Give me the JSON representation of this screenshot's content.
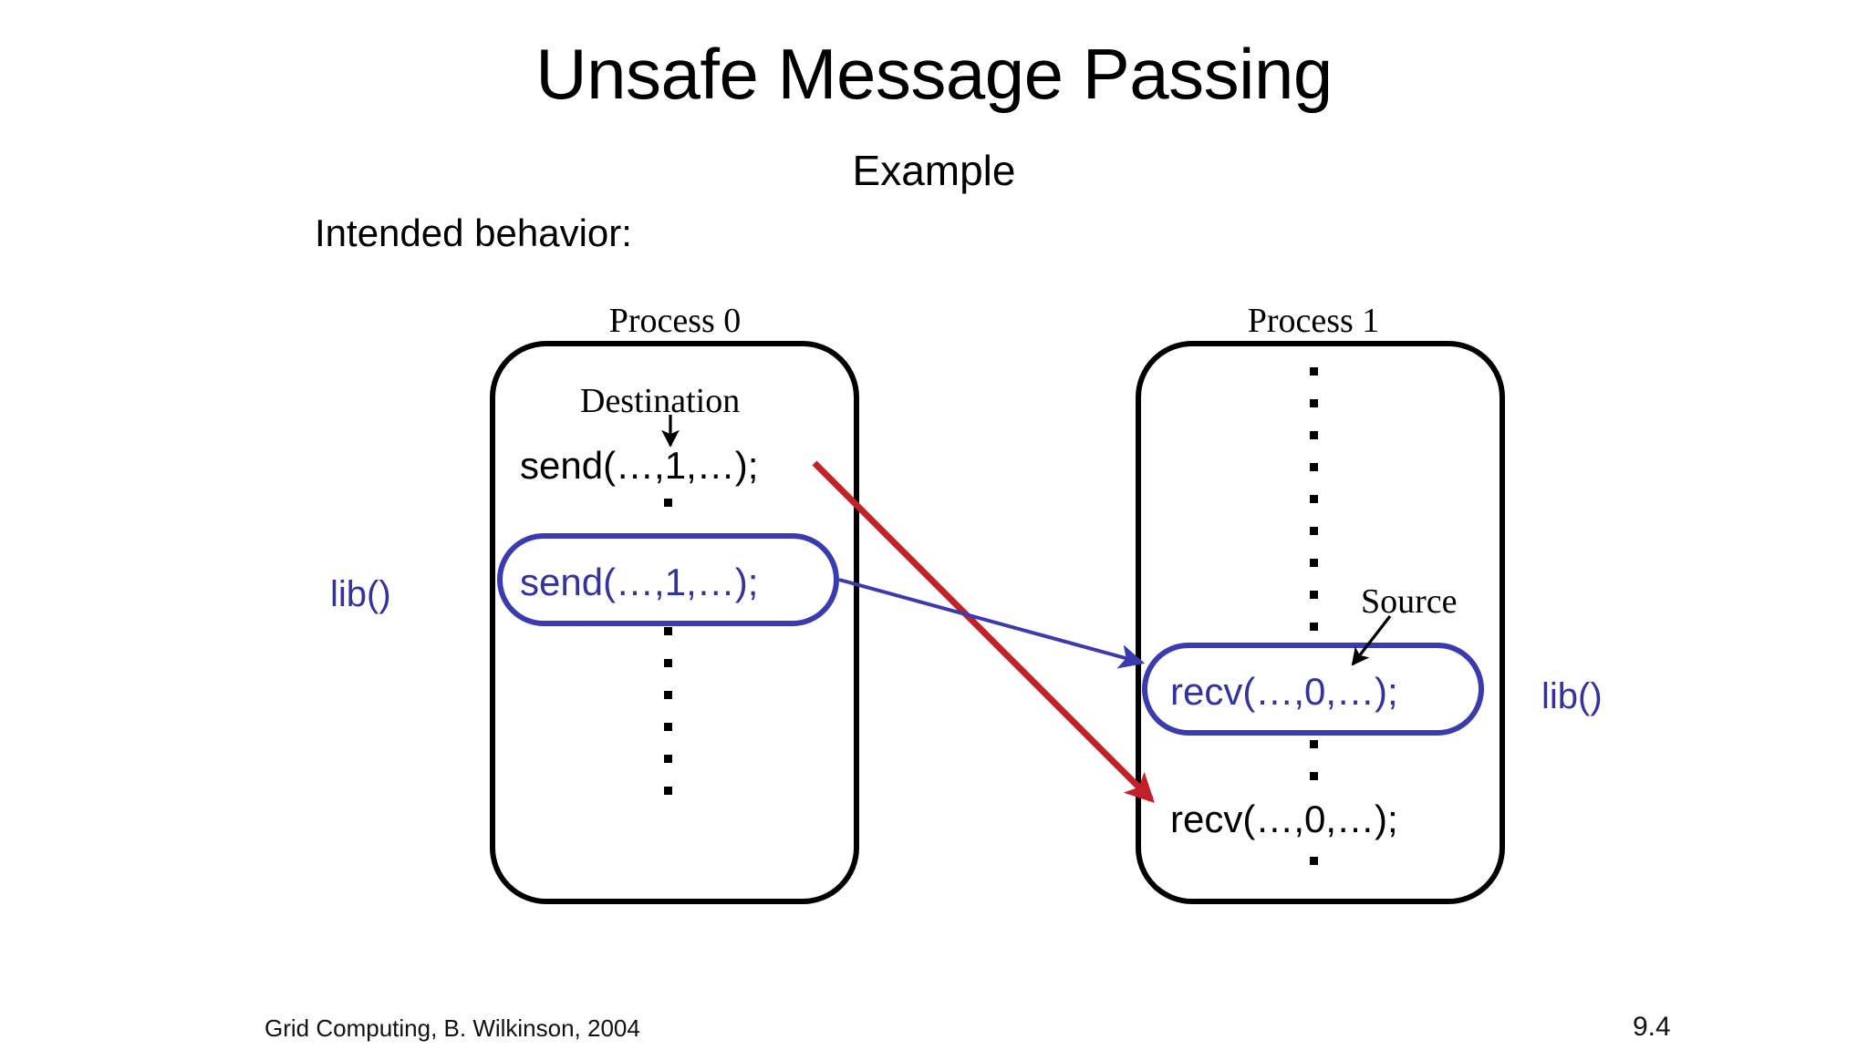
{
  "slide": {
    "title": "Unsafe Message Passing",
    "subtitle": "Example",
    "intro_label": "Intended behavior:",
    "background_color": "#ffffff"
  },
  "colors": {
    "text": "#000000",
    "blue_accent": "#33339e",
    "pill_border": "#3b3bb0",
    "red_arrow": "#c2202a",
    "blue_arrow": "#3b3bb0",
    "box_border": "#000000"
  },
  "processes": [
    {
      "caption": "Process 0",
      "lib_label": "lib()",
      "lib_side": "left",
      "annotation": {
        "label": "Destination",
        "points_to": "1"
      },
      "statements": [
        {
          "text": "send(…,1,…);",
          "highlighted": false,
          "color": "#000000"
        },
        {
          "text": "send(…,1,…);",
          "highlighted": true,
          "color": "#33339e"
        }
      ]
    },
    {
      "caption": "Process 1",
      "lib_label": "lib()",
      "lib_side": "right",
      "annotation": {
        "label": "Source",
        "points_to": "0"
      },
      "statements": [
        {
          "text": "recv(…,0,…);",
          "highlighted": true,
          "color": "#33339e"
        },
        {
          "text": "recv(…,0,…);",
          "highlighted": false,
          "color": "#000000"
        }
      ]
    }
  ],
  "arrows": [
    {
      "name": "unsafe-message-arrow",
      "color": "#c2202a",
      "from": "send(…,1,…); (process 0, first statement)",
      "to": "recv(…,0,…); (process 1, last statement)"
    },
    {
      "name": "library-message-arrow",
      "color": "#3b3bb0",
      "from": "send(…,1,…); (process 0, lib() call)",
      "to": "recv(…,0,…); (process 1, lib() call)"
    }
  ],
  "footer": {
    "credit": "Grid Computing, B. Wilkinson, 2004",
    "page_number": "9.4"
  }
}
